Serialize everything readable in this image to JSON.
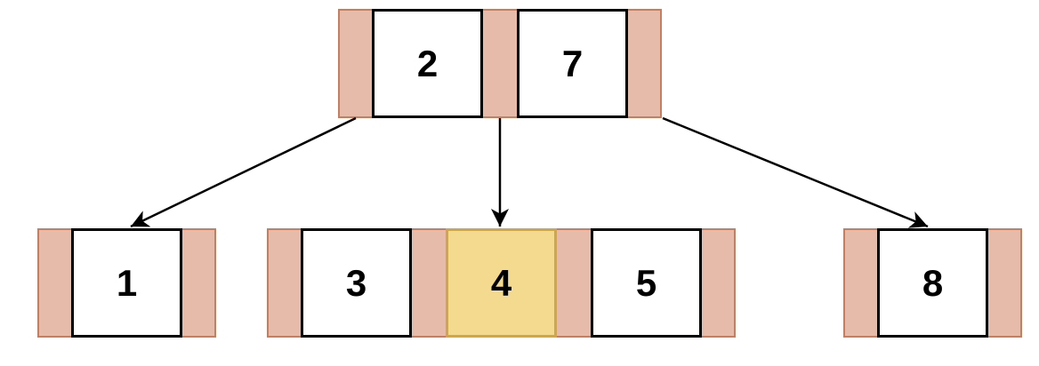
{
  "diagram_type": "b-tree",
  "tree": {
    "root": {
      "id": "root",
      "keys": [
        {
          "label": "2",
          "highlighted": false
        },
        {
          "label": "7",
          "highlighted": false
        }
      ]
    },
    "leaves": [
      {
        "id": "leaf-1",
        "keys": [
          {
            "label": "1",
            "highlighted": false
          }
        ]
      },
      {
        "id": "leaf-345",
        "keys": [
          {
            "label": "3",
            "highlighted": false
          },
          {
            "label": "4",
            "highlighted": true
          },
          {
            "label": "5",
            "highlighted": false
          }
        ]
      },
      {
        "id": "leaf-8",
        "keys": [
          {
            "label": "8",
            "highlighted": false
          }
        ]
      }
    ],
    "edges": [
      {
        "from": "root",
        "to": "leaf-1"
      },
      {
        "from": "root",
        "to": "leaf-345"
      },
      {
        "from": "root",
        "to": "leaf-8"
      }
    ],
    "highlighted_key": "4"
  },
  "colors": {
    "background": "#FFFFFF",
    "pointer_slot_fill": "#E6BBA9",
    "pointer_slot_border": "#C67E60",
    "key_cell_fill": "#FFFFFF",
    "key_cell_border": "#000000",
    "highlight_fill": "#F4DA8F",
    "highlight_border": "#D2A741",
    "arrow_color": "#000000",
    "text_color": "#000000"
  }
}
